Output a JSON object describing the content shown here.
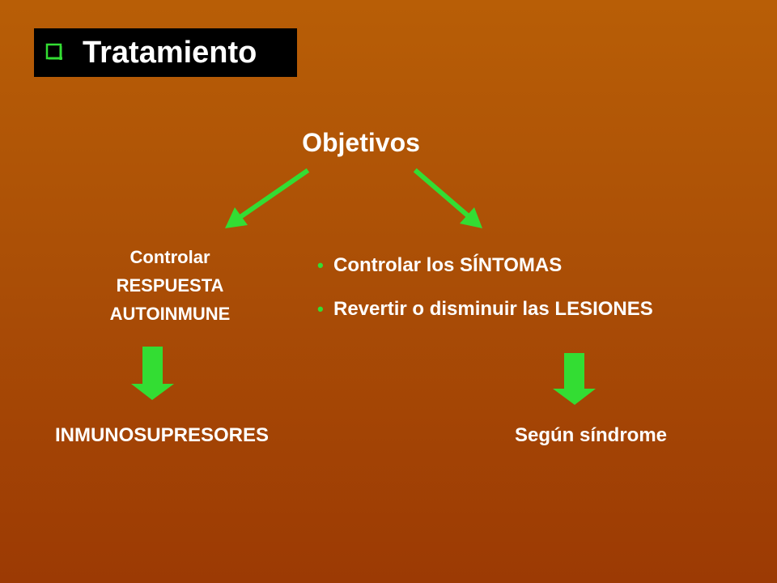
{
  "title": {
    "text": "Tratamiento",
    "icon": "checkbox-square-icon",
    "box_color": "#000000"
  },
  "diagram": {
    "root": "Objetivos",
    "left_branch": {
      "lines": [
        "Controlar",
        "RESPUESTA",
        "AUTOINMUNE"
      ],
      "result": "INMUNOSUPRESORES"
    },
    "right_branch": {
      "items": [
        "Controlar los SÍNTOMAS",
        "Revertir o disminuir las LESIONES"
      ],
      "result": "Según síndrome"
    },
    "arrow_color": "#33dd33",
    "text_color": "#ffffff"
  }
}
